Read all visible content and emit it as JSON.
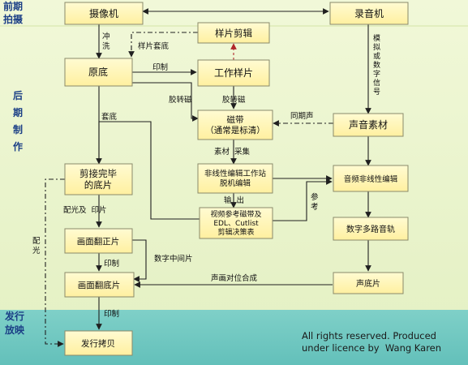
{
  "stages": {
    "pre": "前期\n拍摄",
    "post": "后\n期\n制\n作",
    "release": "发行\n放映"
  },
  "nodes": {
    "camera": "摄像机",
    "recorder": "录音机",
    "sample_edit": "样片剪辑",
    "negative": "原底",
    "work_print": "工作样片",
    "tape": "磁带\n（通常是标清）",
    "sound_material": "声音素材",
    "cut_negative": "剪接完毕\n的底片",
    "nle_station": "非线性编辑工作站\n脱机编辑",
    "audio_nle": "音频非线性编辑",
    "ref_tape": "视频参考磁带及\nEDL、Cutlist\n剪辑决策表",
    "multitrack": "数字多路音轨",
    "interpositive": "画面翻正片",
    "internegative": "画面翻底片",
    "sound_negative": "声底片",
    "release_print": "发行拷贝"
  },
  "edge_labels": {
    "develop": "冲\n洗",
    "sample_neg": "样片套底",
    "print1": "印制",
    "telecine1": "胶转磁",
    "telecine2": "胶转磁",
    "analog_digital": "模\n拟\n或\n数\n字\n信\n号",
    "sync_sound": "同期声",
    "conform": "套底",
    "material_capture": "素材  采集",
    "output": "输  出",
    "reference": "参\n考",
    "grade_print": "配光及  印片",
    "print2": "印制",
    "digital_intermediate": "数字中间片",
    "sound_sync": "声画对位合成",
    "print3": "印制",
    "grade": "配\n光"
  },
  "copyright": {
    "line1": "All rights reserved. Produced",
    "line2": "under licence by  Wang Karen"
  },
  "colors": {
    "background_top": "#e6f2c6",
    "background_bottom": "#6ec6c0",
    "node_fill": "#fff7b8",
    "node_stroke": "#8a8a6a",
    "stage_text": "#1b3f86",
    "arrow": "#202020",
    "dash_arrow_red": "#b0262a"
  }
}
